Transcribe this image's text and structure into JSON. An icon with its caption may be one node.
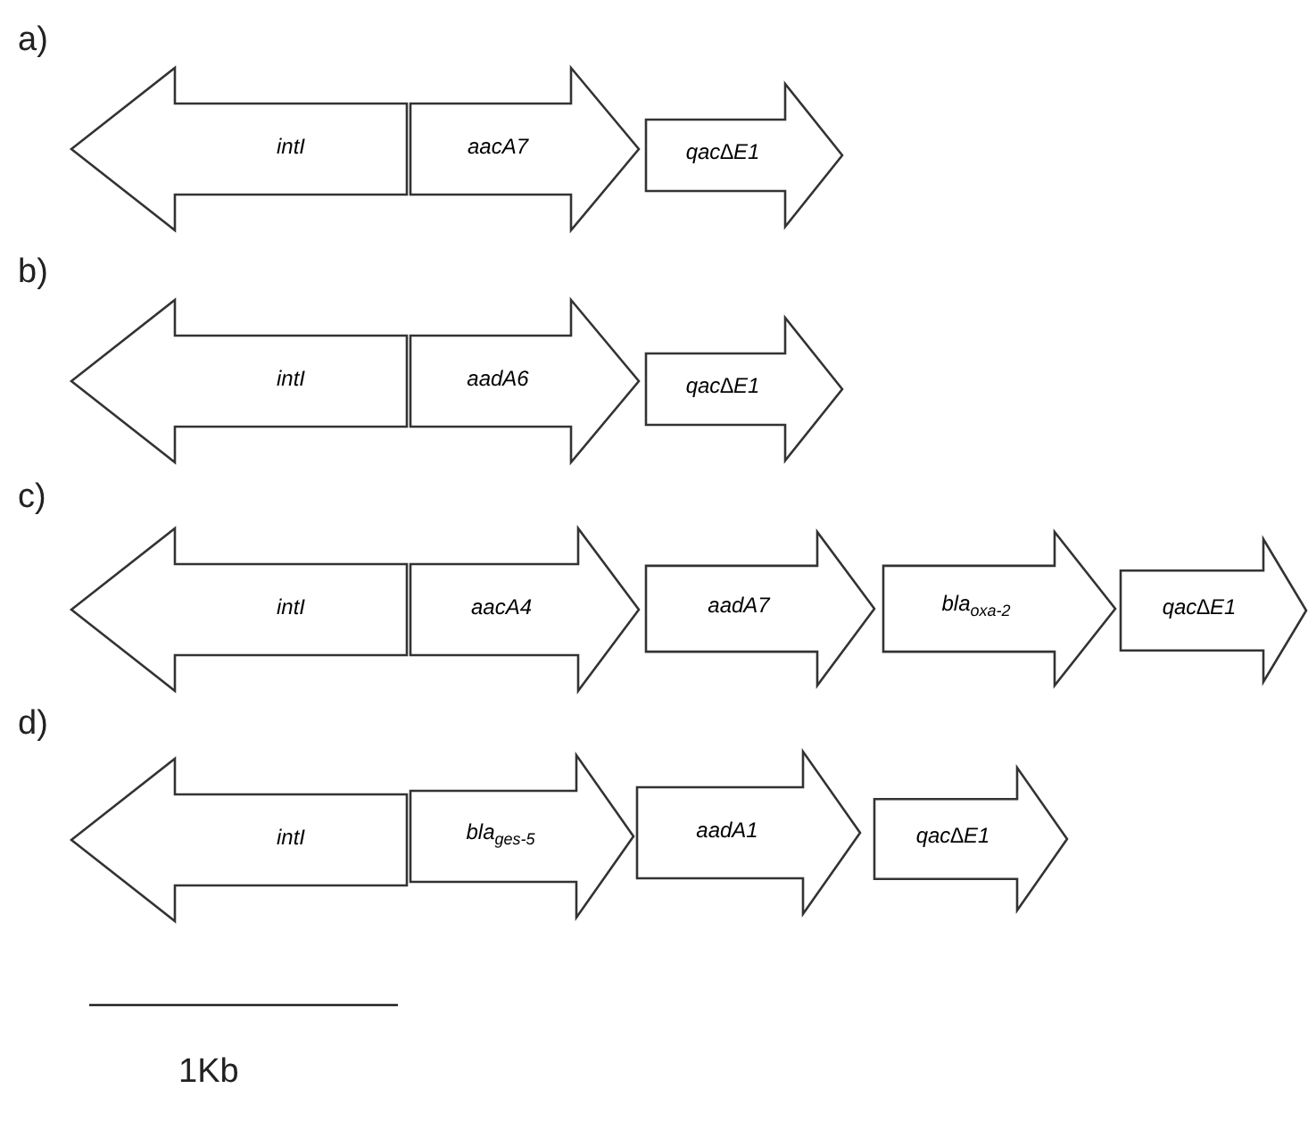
{
  "diagram": {
    "nodes": [
      {
        "text": [
          "intI"
        ]
      },
      {
        "text": [
          "aacA7"
        ]
      },
      {
        "text": [
          "qac∆E1"
        ]
      },
      {
        "text": [
          "intI"
        ]
      },
      {
        "text": [
          "aadA6"
        ]
      },
      {
        "text": [
          "qac∆E1"
        ]
      },
      {
        "text": [
          "intI"
        ]
      },
      {
        "text": [
          "aacA4"
        ]
      },
      {
        "text": [
          "aadA7"
        ]
      },
      {
        "text": [
          "bla$_{oxa-2}$"
        ]
      },
      {
        "text": [
          "qac∆E1"
        ]
      },
      {
        "text": [
          "intI"
        ]
      },
      {
        "text": [
          "bla$_{ges-5}$"
        ]
      },
      {
        "text": [
          "aadA1"
        ]
      },
      {
        "text": [
          "qac∆E1"
        ]
      }
    ],
    "edges": [],
    "labels": [
      "a)",
      "b)",
      "c)",
      "d)",
      "1Kb"
    ]
  }
}
